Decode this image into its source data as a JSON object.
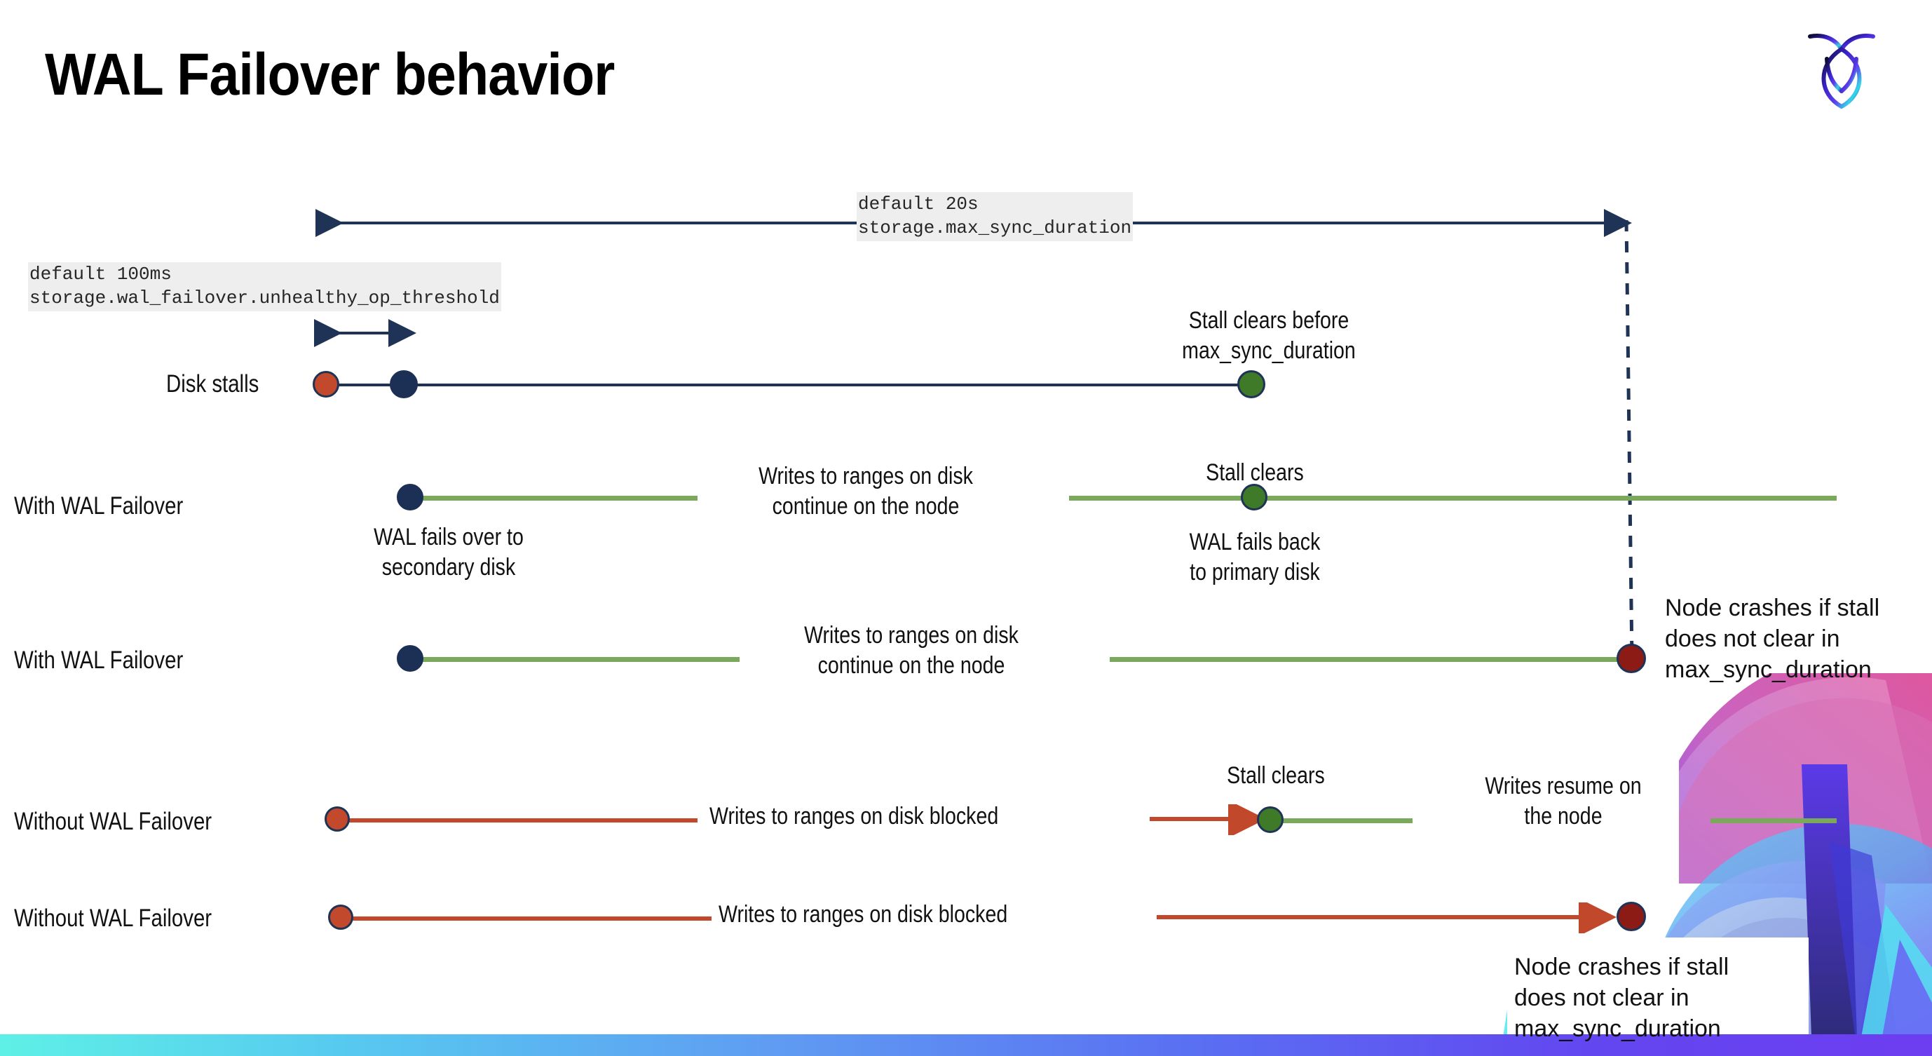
{
  "slide": {
    "title": "WAL Failover behavior",
    "logo_name": "cockroachdb-logo"
  },
  "settings": {
    "max_sync": {
      "default": "default 20s",
      "name": "storage.max_sync_duration"
    },
    "unhealthy": {
      "default": "default 100ms",
      "name": "storage.wal_failover.unhealthy_op_threshold"
    }
  },
  "rows": {
    "disk_stalls": {
      "name": "Disk stalls",
      "annotation": "Stall clears before\nmax_sync_duration"
    },
    "with_failover_1": {
      "name": "With WAL Failover",
      "start_note": "WAL fails over to\nsecondary disk",
      "mid_note": "Writes to ranges on disk\ncontinue on the node",
      "clears_note": "Stall clears",
      "end_note": "WAL fails  back\nto primary disk"
    },
    "with_failover_2": {
      "name": "With WAL Failover",
      "mid_note": "Writes to ranges on disk\ncontinue on the node",
      "crash_note": "Node crashes if stall\ndoes not clear in\nmax_sync_duration"
    },
    "without_failover_1": {
      "name": "Without WAL Failover",
      "blocked_note": "Writes to ranges on disk  blocked",
      "clears_note": "Stall clears",
      "resume_note": "Writes resume on\nthe node"
    },
    "without_failover_2": {
      "name": "Without WAL Failover",
      "blocked_note": "Writes to ranges on disk  blocked",
      "crash_note": "Node crashes if stall\ndoes not clear in\nmax_sync_duration"
    }
  },
  "colors": {
    "navy": "#1f3357",
    "green_line": "#7aa95c",
    "red_line": "#c2482b",
    "dot_red": "#c2492c",
    "dot_navy": "#1c2f54",
    "dot_green": "#3e7a28",
    "dot_darkred": "#8c1b15",
    "code_bg": "#eeeeee",
    "bar_gradient_start": "#5ef0e6",
    "bar_gradient_end": "#6d3df0"
  }
}
